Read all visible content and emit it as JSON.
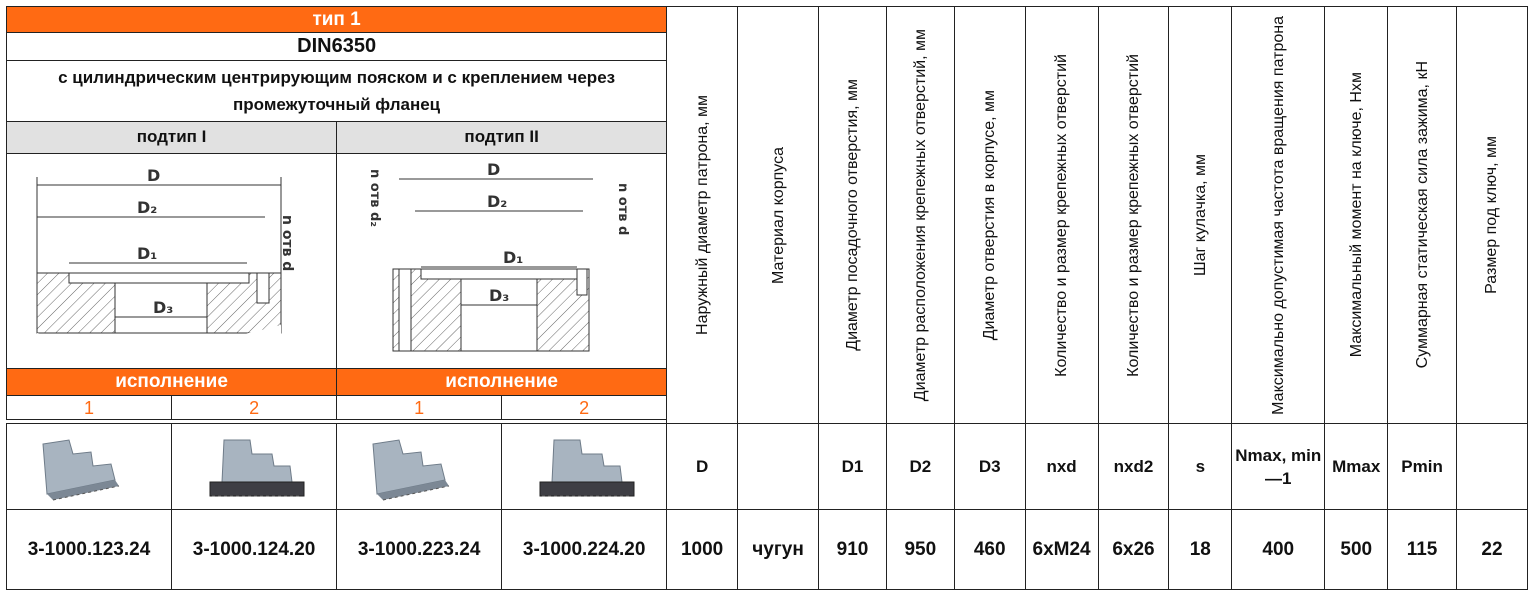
{
  "header": {
    "type_label": "тип 1",
    "standard": "DIN6350",
    "description": "с цилиндрическим центрирующим пояском и с креплением через промежуточный фланец",
    "subtypes": [
      "подтип I",
      "подтип II"
    ],
    "execution_label": "исполнение",
    "versions": [
      "1",
      "2",
      "1",
      "2"
    ]
  },
  "drawing_labels": {
    "d": "D",
    "d1": "D₁",
    "d2": "D₂",
    "d3": "D₃",
    "hole": "n отв d",
    "hole2": "n отв d₂"
  },
  "columns": [
    {
      "header": "Наружный диаметр патрона, мм",
      "symbol": "D",
      "value": "1000"
    },
    {
      "header": "Материал корпуса",
      "symbol": "",
      "value": "чугун"
    },
    {
      "header": "Диаметр посадочного отверстия, мм",
      "symbol": "D1",
      "value": "910"
    },
    {
      "header": "Диаметр расположения крепежных отверстий, мм",
      "symbol": "D2",
      "value": "950"
    },
    {
      "header": "Диаметр отверстия в корпусе, мм",
      "symbol": "D3",
      "value": "460"
    },
    {
      "header": "Количество и размер крепежных отверстий",
      "symbol": "nxd",
      "value": "6хМ24"
    },
    {
      "header": "Количество и размер крепежных отверстий",
      "symbol": "nxd2",
      "value": "6х26"
    },
    {
      "header": "Шаг кулачка, мм",
      "symbol": "s",
      "value": "18"
    },
    {
      "header": "Максимально допустимая частота вращения патрона",
      "symbol": "Nmax, min —1",
      "value": "400"
    },
    {
      "header": "Максимальный момент на ключе, Нхм",
      "symbol": "Mmax",
      "value": "500"
    },
    {
      "header": "Суммарная статическая сила зажима, кН",
      "symbol": "Pmin",
      "value": "115"
    },
    {
      "header": "Размер под ключ, мм",
      "symbol": "",
      "value": "22"
    }
  ],
  "part_numbers": [
    "3-1000.123.24",
    "3-1000.124.20",
    "3-1000.223.24",
    "3-1000.224.20"
  ],
  "colors": {
    "accent": "#ff6a13",
    "subtype_bg": "#e1e1e1",
    "jaw": "#a8b4c0"
  }
}
